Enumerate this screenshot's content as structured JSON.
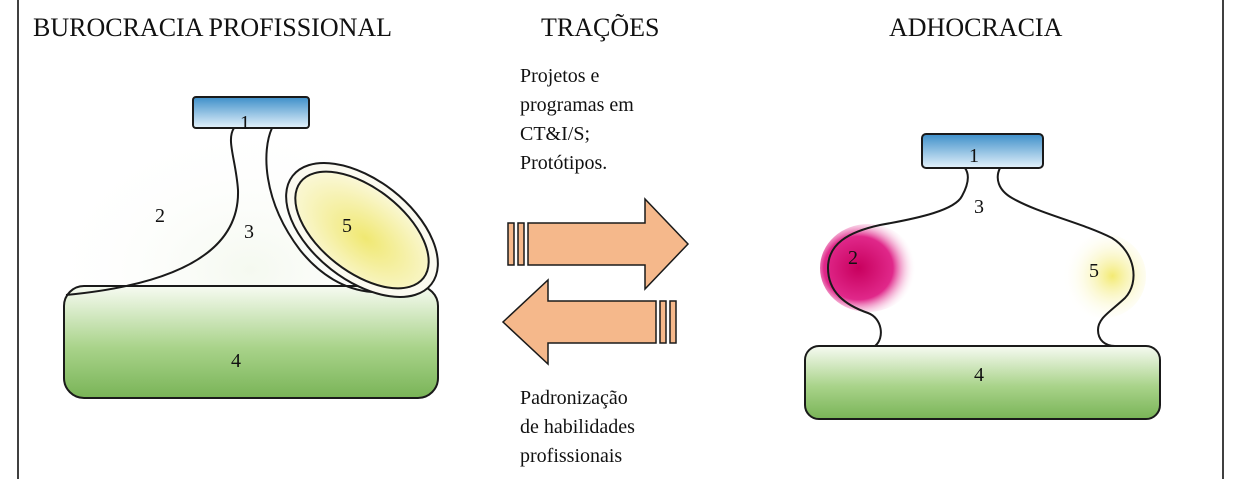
{
  "headers": {
    "left": "BUROCRACIA PROFISSIONAL",
    "center": "TRAÇÕES",
    "right": "ADHOCRACIA"
  },
  "captions": {
    "top": [
      "Projetos e",
      "programas em",
      "CT&I/S;",
      "Protótipos."
    ],
    "bottom": [
      "Padronização",
      "de habilidades",
      "profissionais"
    ]
  },
  "left_diagram": {
    "labels": {
      "apex": "1",
      "middle_left": "2",
      "core": "3",
      "base": "4",
      "support": "5"
    }
  },
  "right_diagram": {
    "labels": {
      "apex": "1",
      "middle_left": "2",
      "core": "3",
      "base": "4",
      "support": "5"
    }
  },
  "colors": {
    "apex": "#6fb3dc",
    "base": "#8fc26a",
    "support_left": "#f3ec90",
    "support_right": "#f5ee98",
    "middle_right": "#d61d7b",
    "arrow": "#f5b88b",
    "outline": "#1a1a1a"
  }
}
